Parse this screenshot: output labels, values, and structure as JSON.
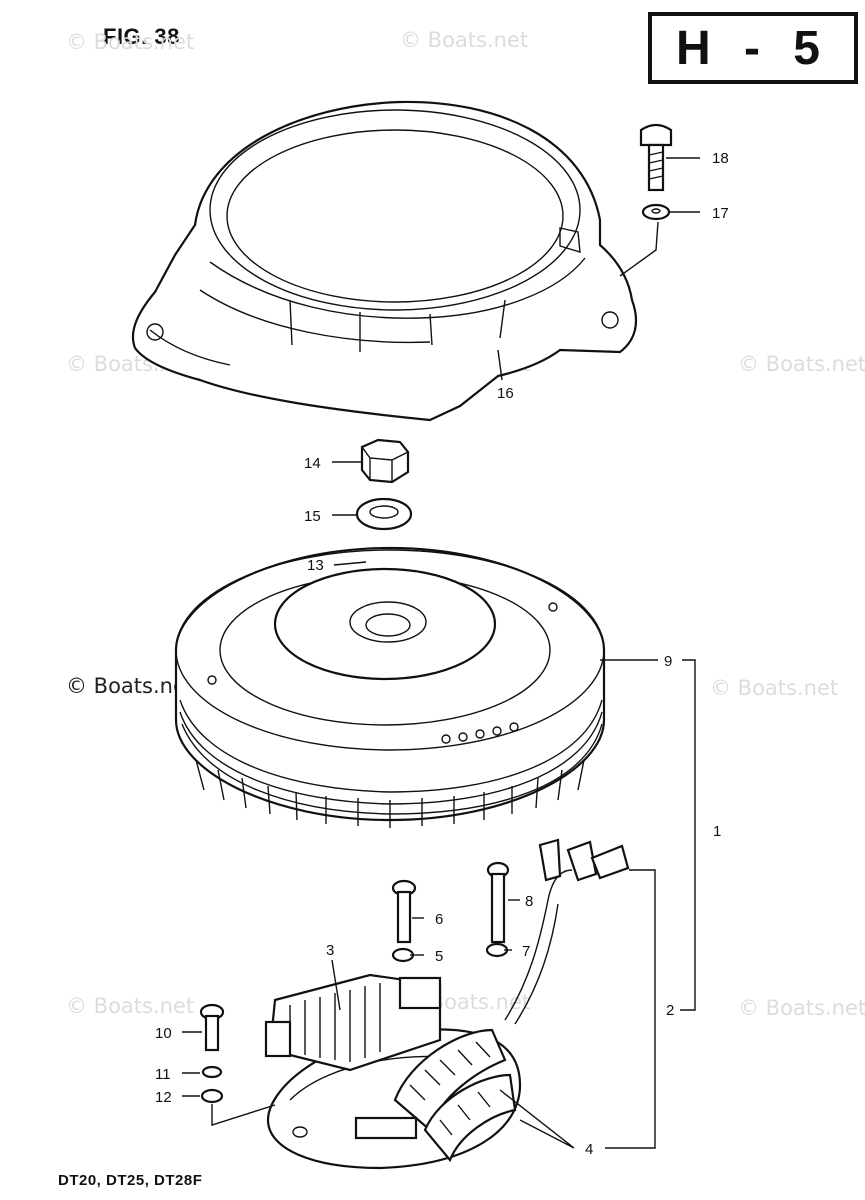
{
  "figure": {
    "title": "FIG. 38",
    "page_code": "H - 5"
  },
  "models": "DT20, DT25, DT28F",
  "watermark": "© Boats.net",
  "callouts": {
    "c1": "1",
    "c2": "2",
    "c3": "3",
    "c4": "4",
    "c5": "5",
    "c6": "6",
    "c7": "7",
    "c8": "8",
    "c9": "9",
    "c10": "10",
    "c11": "11",
    "c12": "12",
    "c13": "13",
    "c14": "14",
    "c15": "15",
    "c16": "16",
    "c17": "17",
    "c18": "18"
  }
}
